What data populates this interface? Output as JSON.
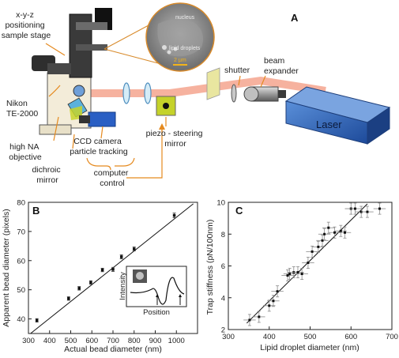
{
  "panel_a": {
    "panel_letter": "A",
    "labels": {
      "stage": [
        "x-y-z",
        "positioning",
        "sample stage"
      ],
      "microscope": [
        "Nikon",
        "TE-2000"
      ],
      "objective": [
        "high NA",
        "objective"
      ],
      "dichroic": [
        "dichroic",
        "mirror"
      ],
      "ccd": [
        "CCD camera",
        "particle tracking"
      ],
      "piezo": [
        "piezo - steering",
        "mirror"
      ],
      "computer": [
        "computer",
        "control"
      ],
      "shutter": "shutter",
      "expander": [
        "beam",
        "expander"
      ],
      "laser": "Laser"
    },
    "inset": {
      "nucleus": "nucleus",
      "droplets": "lipid droplets",
      "scale": "2 μm"
    },
    "colors": {
      "beam": "#f4a48e",
      "annotation": "#e58a1f",
      "laser_box": "#2d63b8",
      "mirror": "#c5d22a"
    }
  },
  "chart_data": [
    {
      "panel": "B",
      "type": "scatter",
      "xlabel": "Actual bead diameter (nm)",
      "ylabel": "Apparent bead diameter (pixels)",
      "xlim": [
        300,
        1100
      ],
      "ylim": [
        35,
        80
      ],
      "xticks": [
        "300",
        "400",
        "500",
        "600",
        "700",
        "800",
        "900",
        "1000"
      ],
      "yticks": [
        "40",
        "50",
        "60",
        "70",
        "80"
      ],
      "points": [
        [
          340,
          39.5
        ],
        [
          490,
          47
        ],
        [
          540,
          50.5
        ],
        [
          595,
          52.5
        ],
        [
          650,
          56.8
        ],
        [
          700,
          57
        ],
        [
          740,
          61.3
        ],
        [
          800,
          64
        ],
        [
          990,
          75.5
        ]
      ],
      "yerr": [
        0.6,
        0.6,
        0.6,
        0.6,
        0.6,
        0.7,
        0.7,
        0.7,
        0.8
      ],
      "fit": [
        [
          310,
          35
        ],
        [
          1080,
          79.5
        ]
      ],
      "inset": {
        "ylabel": "Intensity",
        "xlabel": "Position"
      }
    },
    {
      "panel": "C",
      "type": "scatter",
      "xlabel": "Lipid droplet diameter (nm)",
      "ylabel": "Trap stiffness (pN/100nm)",
      "xlim": [
        300,
        700
      ],
      "ylim": [
        2,
        10
      ],
      "xticks": [
        "300",
        "400",
        "500",
        "600",
        "700"
      ],
      "yticks": [
        "2",
        "4",
        "6",
        "8",
        "10"
      ],
      "points": [
        [
          352,
          2.6
        ],
        [
          375,
          2.8
        ],
        [
          400,
          3.5
        ],
        [
          410,
          3.8
        ],
        [
          420,
          4.4
        ],
        [
          445,
          5.4
        ],
        [
          450,
          5.5
        ],
        [
          460,
          5.6
        ],
        [
          470,
          5.6
        ],
        [
          480,
          5.5
        ],
        [
          495,
          6.2
        ],
        [
          505,
          6.9
        ],
        [
          520,
          7.2
        ],
        [
          530,
          7.6
        ],
        [
          535,
          8.0
        ],
        [
          545,
          8.4
        ],
        [
          560,
          8.1
        ],
        [
          575,
          8.2
        ],
        [
          585,
          8.1
        ],
        [
          600,
          9.6
        ],
        [
          610,
          9.6
        ],
        [
          625,
          9.4
        ],
        [
          640,
          9.4
        ],
        [
          670,
          9.6
        ]
      ],
      "xerr": 15,
      "yerr": 0.35,
      "fit": [
        [
          345,
          2.4
        ],
        [
          640,
          9.9
        ]
      ]
    }
  ]
}
